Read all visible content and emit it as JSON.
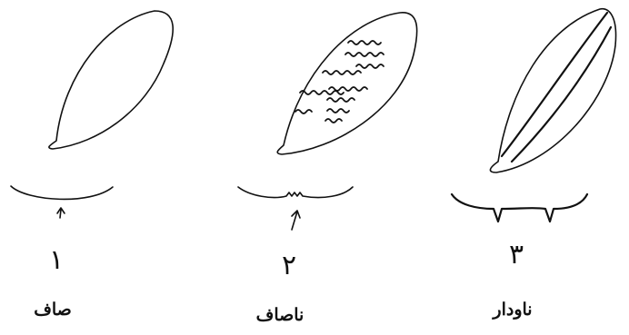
{
  "panels": [
    {
      "number": "١",
      "label": "صاف"
    },
    {
      "number": "٢",
      "label": "ناصاف"
    },
    {
      "number": "٣",
      "label": "ناودار"
    }
  ]
}
